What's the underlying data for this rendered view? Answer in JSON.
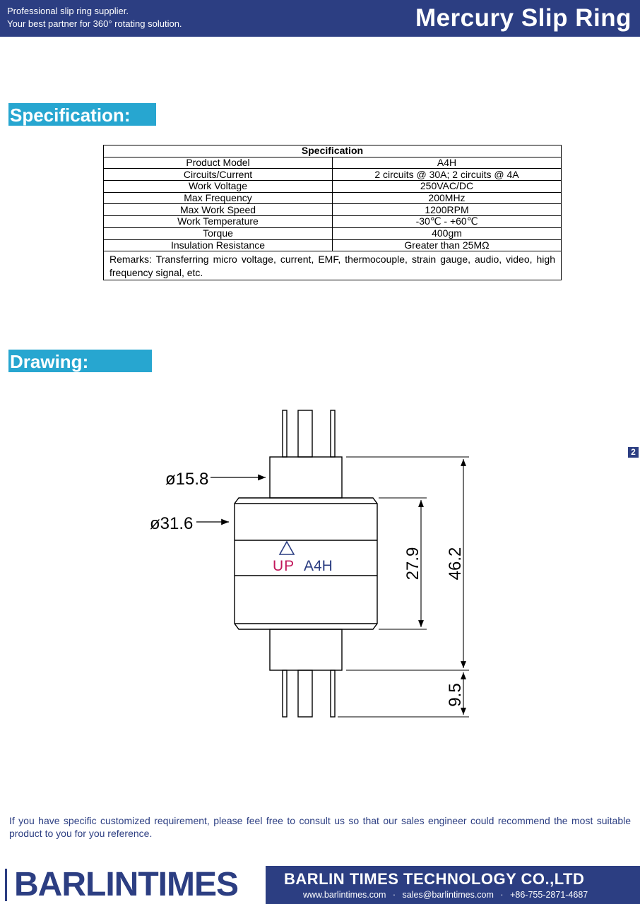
{
  "header": {
    "tagline_1": "Professional slip ring supplier.",
    "tagline_2": "Your best partner for 360° rotating solution.",
    "title": "Mercury Slip Ring"
  },
  "spec_section": {
    "heading": "Specification:",
    "table_title": "Specification",
    "rows": [
      {
        "label": "Product Model",
        "value": "A4H"
      },
      {
        "label": "Circuits/Current",
        "value": "2 circuits @ 30A; 2 circuits @ 4A"
      },
      {
        "label": "Work Voltage",
        "value": "250VAC/DC"
      },
      {
        "label": "Max Frequency",
        "value": "200MHz"
      },
      {
        "label": "Max Work Speed",
        "value": "1200RPM"
      },
      {
        "label": "Work Temperature",
        "value": "-30℃ - +60℃"
      },
      {
        "label": "Torque",
        "value": "400gm"
      },
      {
        "label": "Insulation Resistance",
        "value": "Greater than 25MΩ"
      }
    ],
    "remarks": "Remarks: Transferring micro voltage, current, EMF, thermocouple, strain gauge, audio, video, high frequency signal, etc."
  },
  "drawing_section": {
    "heading": "Drawing:",
    "dim_top_diameter": "ø15.8",
    "dim_body_diameter": "ø31.6",
    "dim_body_length": "27.9",
    "dim_total_length": "46.2",
    "dim_lead_length": "9.5",
    "body_label_logo": "UP",
    "body_label_model": "A4H"
  },
  "page_number": "2",
  "note": "If you have specific customized requirement, please feel free to consult us so that our sales engineer could recommend the most suitable product to you for you reference.",
  "footer": {
    "brand": "BARLINTIMES",
    "company": "BARLIN TIMES TECHNOLOGY CO.,LTD",
    "website": "www.barlintimes.com",
    "email": "sales@barlintimes.com",
    "phone": "+86-755-2871-4687",
    "separator": "·"
  },
  "colors": {
    "brand_navy": "#2c3e82",
    "heading_cyan": "#27a6d0",
    "logo_red": "#c2185b"
  }
}
